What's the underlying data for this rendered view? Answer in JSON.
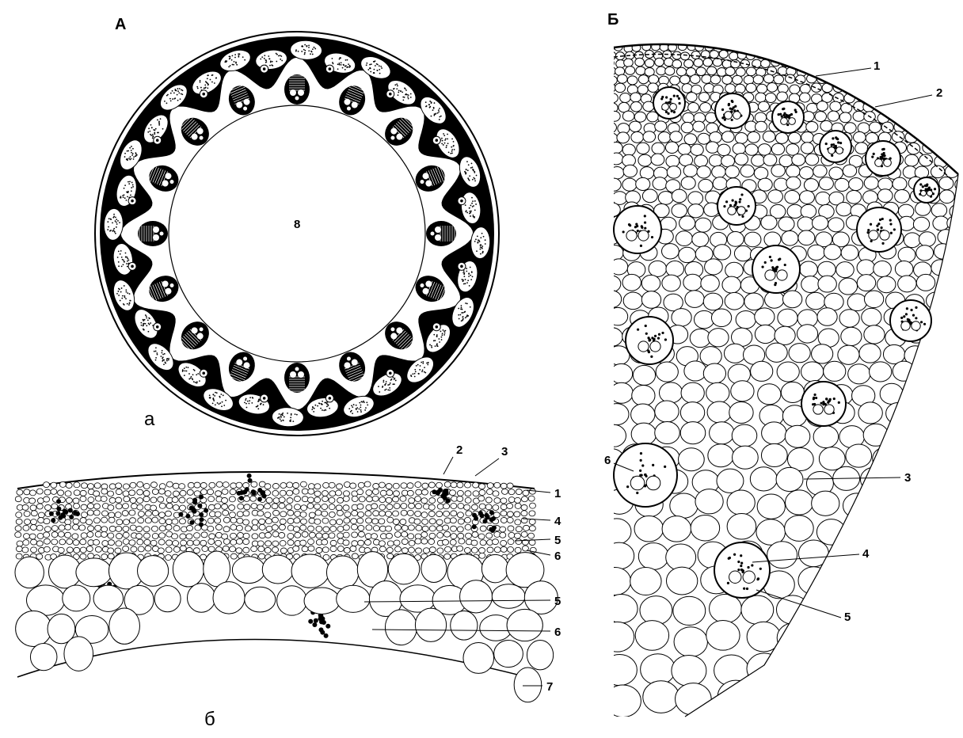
{
  "panels": {
    "A": {
      "letter": "А",
      "sublabel": "а",
      "center_label": "8"
    },
    "b": {
      "sublabel": "б",
      "callouts": [
        "2",
        "3",
        "1",
        "4",
        "5",
        "6",
        "5",
        "6",
        "7"
      ]
    },
    "B": {
      "letter": "Б",
      "callouts": [
        "1",
        "2",
        "3",
        "4",
        "5",
        "6"
      ]
    }
  },
  "colors": {
    "ink": "#000000",
    "paper": "#ffffff",
    "stipple": "#cccccc"
  }
}
